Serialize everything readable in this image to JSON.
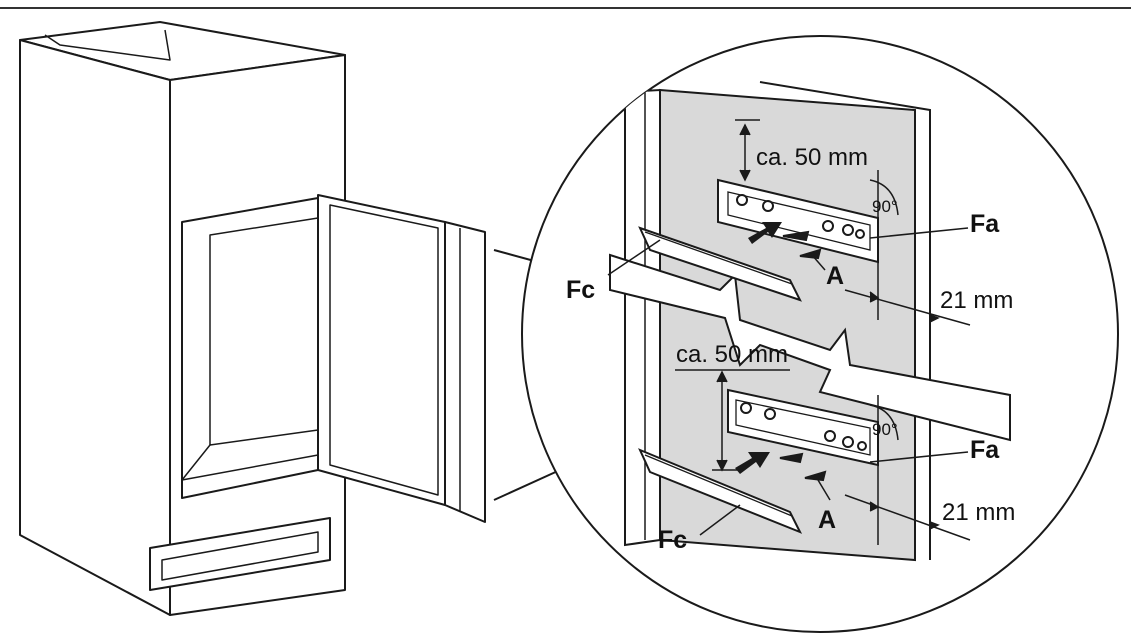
{
  "labels": {
    "dim_top": "ca. 50 mm",
    "dim_bottom": "ca. 50 mm",
    "angle_top": "90°",
    "angle_bottom": "90°",
    "fa_top": "Fa",
    "fa_bottom": "Fa",
    "fc_top": "Fc",
    "fc_bottom": "Fc",
    "a_top": "A",
    "a_bottom": "A",
    "depth_top": "21 mm",
    "depth_bottom": "21 mm"
  },
  "colors": {
    "line": "#1a1a1a",
    "panel": "#d9d9d9",
    "background": "#ffffff"
  }
}
